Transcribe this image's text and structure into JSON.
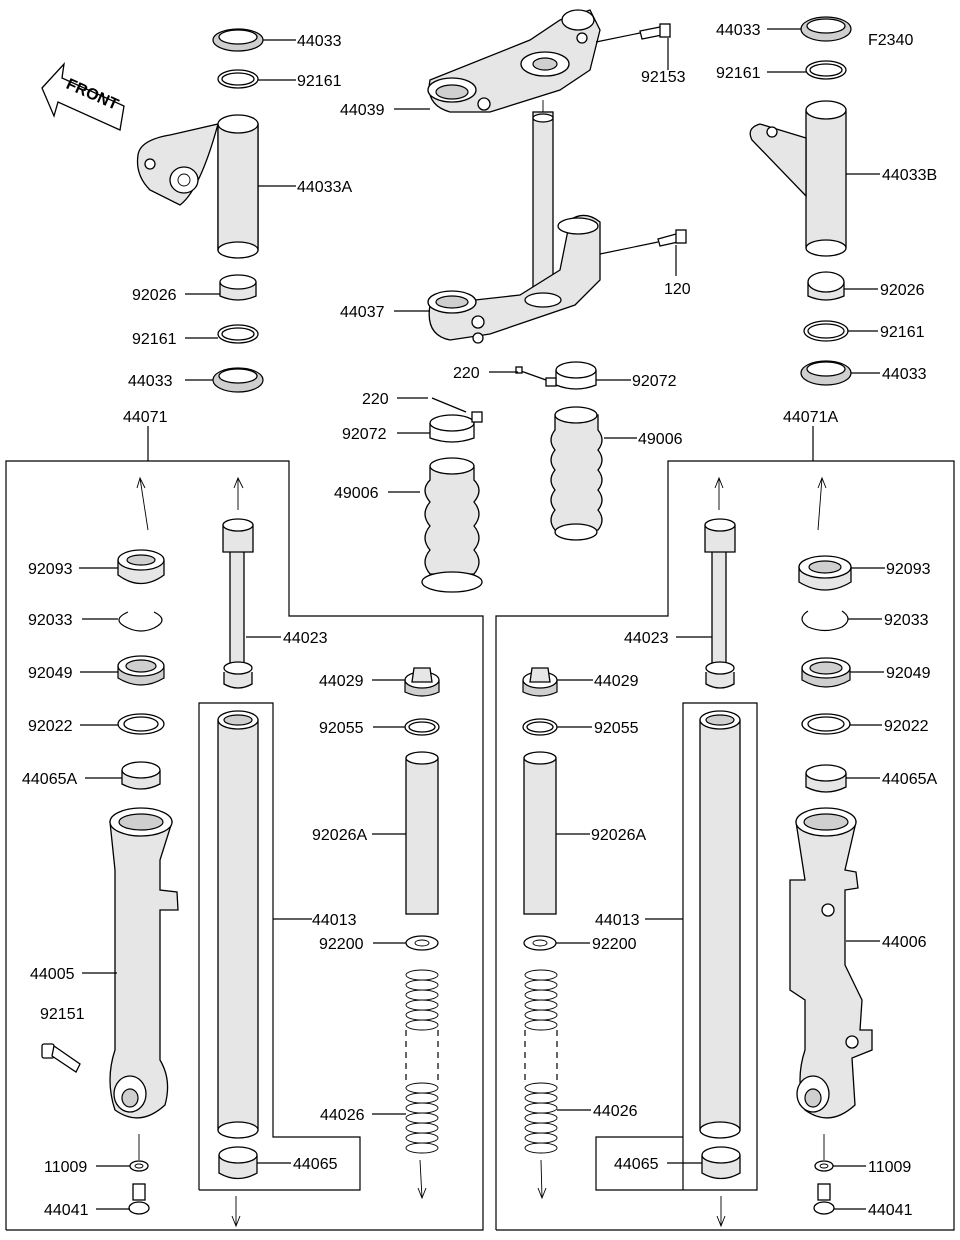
{
  "figure_code": "F2340",
  "front_label": "FRONT",
  "labels": {
    "l44033_tl": "44033",
    "l92161_tl": "92161",
    "l44033A": "44033A",
    "l92026_l": "92026",
    "l92161_l": "92161",
    "l44033_l": "44033",
    "l44039": "44039",
    "l92153": "92153",
    "l44037": "44037",
    "l120": "120",
    "l220_a": "220",
    "l92072_a": "92072",
    "l220_b": "220",
    "l92072_b": "92072",
    "l49006_a": "49006",
    "l49006_b": "49006",
    "l44033_tr": "44033",
    "l92161_tr": "92161",
    "l44033B": "44033B",
    "l92026_r": "92026",
    "l92161_r": "92161",
    "l44033_r": "44033",
    "l44071": "44071",
    "l44071A": "44071A",
    "l92093_l": "92093",
    "l92033_l": "92033",
    "l92049_l": "92049",
    "l92022_l": "92022",
    "l44065A_l": "44065A",
    "l44005": "44005",
    "l92151": "92151",
    "l11009_l": "11009",
    "l44041_l": "44041",
    "l44023_l": "44023",
    "l44029_l": "44029",
    "l92055_l": "92055",
    "l92026A_l": "92026A",
    "l44013_l": "44013",
    "l92200_l": "92200",
    "l44026_l": "44026",
    "l44065_l": "44065",
    "l44029_r": "44029",
    "l92055_r": "92055",
    "l92026A_r": "92026A",
    "l44013_r": "44013",
    "l92200_r": "92200",
    "l44026_r": "44026",
    "l44065_r": "44065",
    "l44023_r": "44023",
    "l92093_r": "92093",
    "l92033_r": "92033",
    "l92049_r": "92049",
    "l92022_r": "92022",
    "l44065A_r": "44065A",
    "l44006": "44006",
    "l11009_r": "11009",
    "l44041_r": "44041"
  }
}
